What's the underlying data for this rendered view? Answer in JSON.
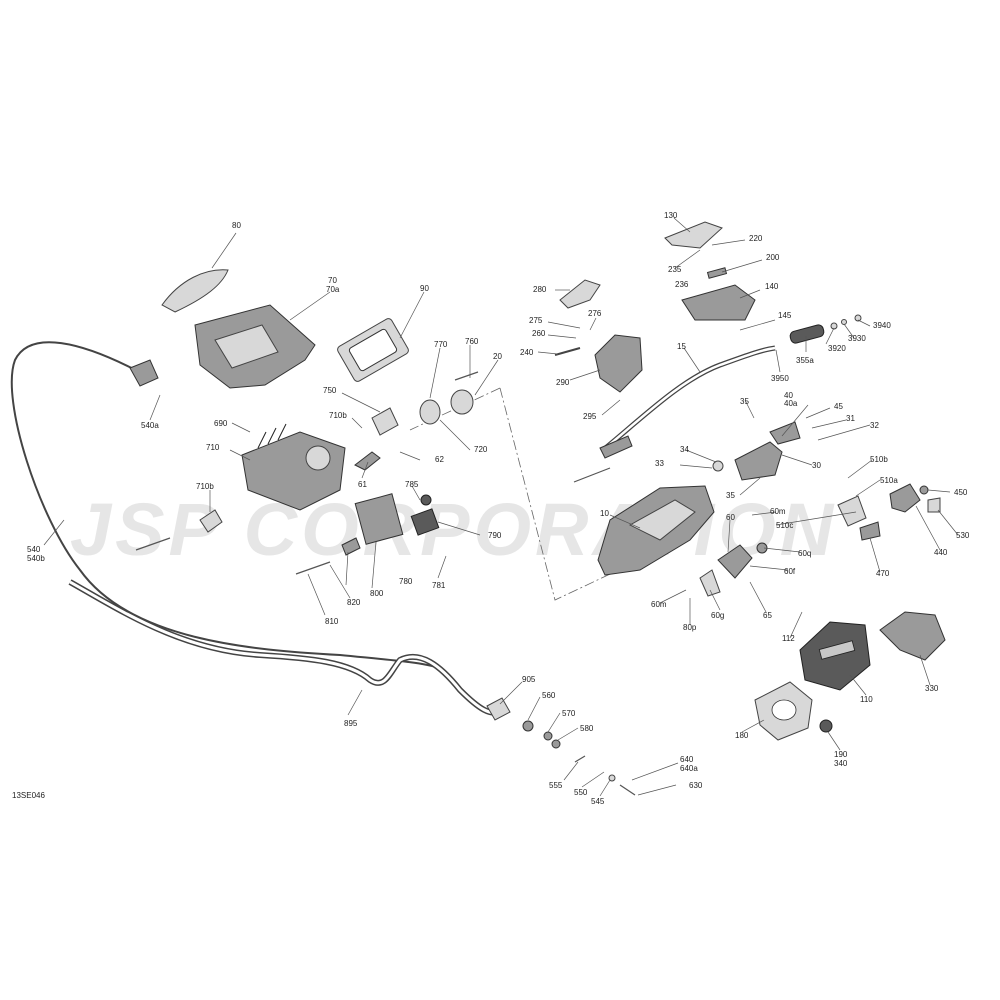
{
  "watermark": "JSP CORPORATION",
  "diagram_code": "13SE046",
  "colors": {
    "line": "#333333",
    "part_fill": "#9a9a9a",
    "watermark": "#e6e6e6"
  },
  "callouts": {
    "c80": "80",
    "c70": "70",
    "c70a": "70a",
    "c90": "90",
    "c770": "770",
    "c760": "760",
    "c20": "20",
    "c750": "750",
    "c710b_1": "710b",
    "c690": "690",
    "c710": "710",
    "c720": "720",
    "c62": "62",
    "c61": "61",
    "c710b_2": "710b",
    "c785": "785",
    "c790": "790",
    "c800": "800",
    "c780": "780",
    "c781": "781",
    "c820": "820",
    "c810": "810",
    "c540a": "540a",
    "c540": "540",
    "c540b": "540b",
    "c895": "895",
    "c905": "905",
    "c560": "560",
    "c570": "570",
    "c580": "580",
    "c555": "555",
    "c550": "550",
    "c545": "545",
    "c640": "640",
    "c640a": "640a",
    "c630": "630",
    "c13se": "13SE046",
    "c130": "130",
    "c220": "220",
    "c235": "235",
    "c236": "236",
    "c200": "200",
    "c280": "280",
    "c140": "140",
    "c275": "275",
    "c276": "276",
    "c260": "260",
    "c145": "145",
    "c240": "240",
    "c15": "15",
    "c290": "290",
    "c3940": "3940",
    "c3930": "3930",
    "c3920": "3920",
    "c355a": "355a",
    "c3950": "3950",
    "c295": "295",
    "c35a": "35",
    "c40": "40",
    "c40a": "40a",
    "c45": "45",
    "c31": "31",
    "c32": "32",
    "c34": "34",
    "c33": "33",
    "c30": "30",
    "c35b": "35",
    "c510b": "510b",
    "c510a": "510a",
    "c450": "450",
    "c60m_1": "60m",
    "c510c": "510c",
    "c530": "530",
    "c440": "440",
    "c10": "10",
    "c60": "60",
    "c60q": "60q",
    "c60f": "60f",
    "c470": "470",
    "c60m_2": "60m",
    "c60g": "60g",
    "c65": "65",
    "c80p": "80p",
    "c112": "112",
    "c330": "330",
    "c110": "110",
    "c180": "180",
    "c190": "190",
    "c340": "340"
  }
}
